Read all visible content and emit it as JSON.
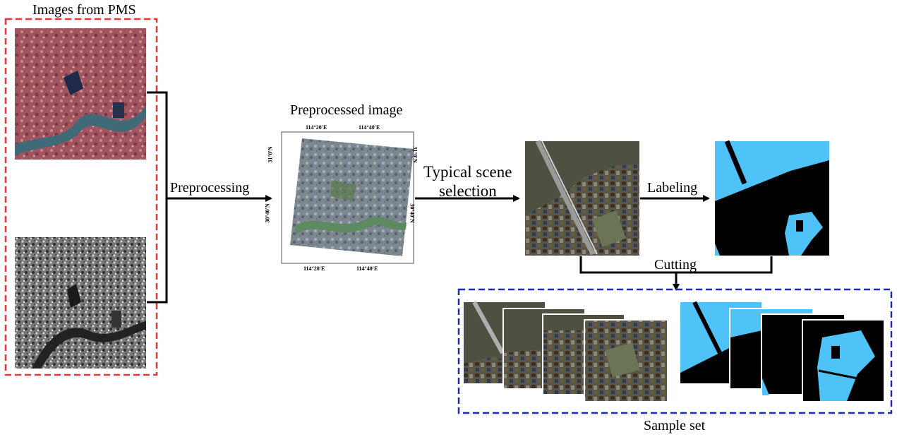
{
  "labels": {
    "pms_title": "Images  from PMS",
    "preprocessing": "Preprocessing",
    "preprocessed_title": "Preprocessed  image",
    "typical_line1": "Typical scene",
    "typical_line2": "selection",
    "labeling": "Labeling",
    "cutting": "Cutting",
    "sample_set": "Sample set"
  },
  "map_coords": {
    "top_left": "114°20′E",
    "top_right": "114°40′E",
    "bottom_left": "114°20′E",
    "bottom_right": "114°40′E",
    "left_top": "31°0′N",
    "left_bottom": "30°40′N",
    "right_top": "31°0′N",
    "right_bottom": "30°40′N"
  },
  "colors": {
    "pms_box_border": "#e53935",
    "sample_box_border": "#1f2bb8",
    "label_water": "#4fc3f7",
    "label_background": "#000000"
  }
}
